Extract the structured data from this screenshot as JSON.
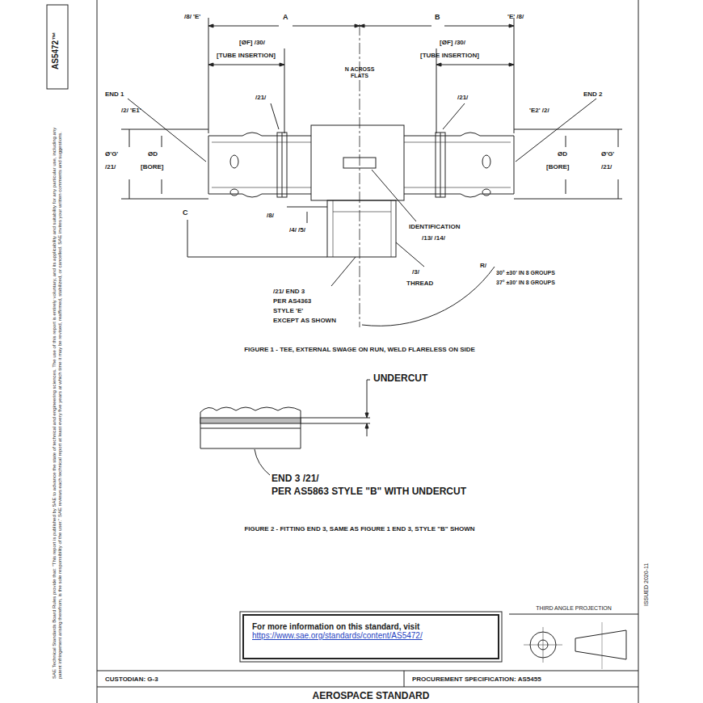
{
  "diagram": {
    "nodes": [
      {
        "text": [
          "AS5472™"
        ]
      },
      {
        "text": [
          "For more information on this standard, visit",
          "https://www.sae.org/standards/content/AS5472/"
        ]
      },
      {
        "text": [
          "THIRD ANGLE PROJECTION"
        ]
      },
      {
        "text": [
          "AEROSPACE STANDARD"
        ]
      }
    ],
    "labels": [
      "/8/ 'E'",
      "A",
      "B",
      "'E' /8/",
      "[ØF] /30/",
      "[TUBE INSERTION]",
      "[ØF] /30/",
      "[TUBE INSERTION]",
      "N ACROSS FLATS",
      "END 1",
      "/2/ 'E1'",
      "/21/",
      "/21/",
      "'E2' /2/",
      "END 2",
      "Ø'G'",
      "/21/",
      "ØD",
      "[BORE]",
      "ØD",
      "[BORE]",
      "Ø'G'",
      "/21/",
      "C",
      "/8/",
      "/4/ /5/",
      "IDENTIFICATION",
      "/13/ /14/",
      "/3/",
      "THREAD",
      "R/",
      "30° ±30' IN 8 GROUPS",
      "37° ±30' IN 8 GROUPS",
      "/21/ END 3",
      "PER AS4363",
      "STYLE 'E'",
      "EXCEPT AS SHOWN",
      "FIGURE 1 - TEE, EXTERNAL SWAGE ON RUN, WELD FLARELESS ON SIDE",
      "UNDERCUT",
      "END 3 /21/",
      "PER AS5863 STYLE \"B\" WITH UNDERCUT",
      "FIGURE 2 - FITTING END 3, SAME AS FIGURE 1 END 3, STYLE \"B\" SHOWN",
      "CUSTODIAN: G-3",
      "PROCUREMENT SPECIFICATION: AS5455",
      "SAE Technical Standards Board Rules provide that: \"This report is published by SAE to advance the state of technical and engineering sciences. The use of this report is entirely voluntary, and its applicability and suitability for any particular use, including any patent infringement arising therefrom, is the sole responsibility of the user.\" SAE reviews each technical report at least every five years at which time it may be revised, reaffirmed, stabilized, or cancelled. SAE invites your written comments and suggestions.",
      "ISSUED 2020-11"
    ]
  }
}
